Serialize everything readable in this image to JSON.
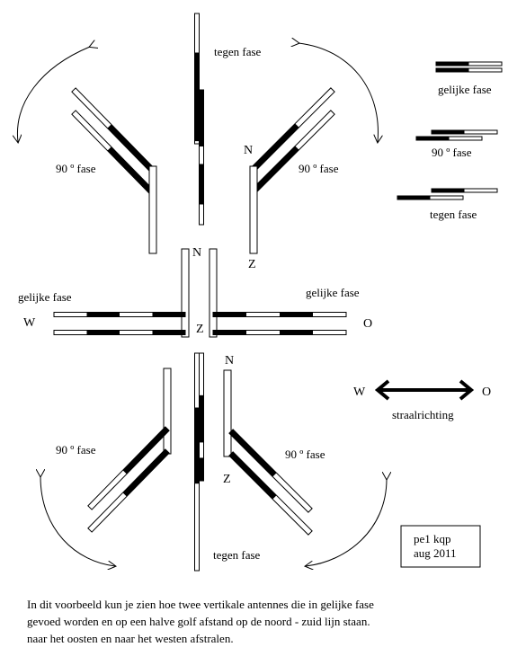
{
  "labels": {
    "tegen_fase_top": "tegen fase",
    "tegen_fase_bottom": "tegen fase",
    "fase90_upper_left": "90 º  fase",
    "fase90_upper_right": "90 º  fase",
    "fase90_lower_left": "90 º  fase",
    "fase90_lower_right": "90 º  fase",
    "gelijke_fase_left": "gelijke fase",
    "gelijke_fase_right": "gelijke fase",
    "N_upper_right": "N",
    "Z_upper_right": "Z",
    "N_center": "N",
    "Z_center": "Z",
    "N_lower_right": "N",
    "Z_lower_right": "Z",
    "W_center": "W",
    "O_center": "O"
  },
  "legend": {
    "gelijke_fase": "gelijke fase",
    "fase90": "90 º  fase",
    "tegen_fase": "tegen fase"
  },
  "direction": {
    "west": "W",
    "east": "O",
    "label": "straalrichting"
  },
  "signature": {
    "line1": "pe1 kqp",
    "line2": "aug 2011"
  },
  "caption": {
    "line1": "In dit voorbeeld kun je zien hoe twee vertikale antennes die in gelijke fase",
    "line2": "gevoed worden en  op een halve golf afstand op de  noord - zuid lijn staan.",
    "line3": "naar het oosten en naar het westen afstralen."
  }
}
